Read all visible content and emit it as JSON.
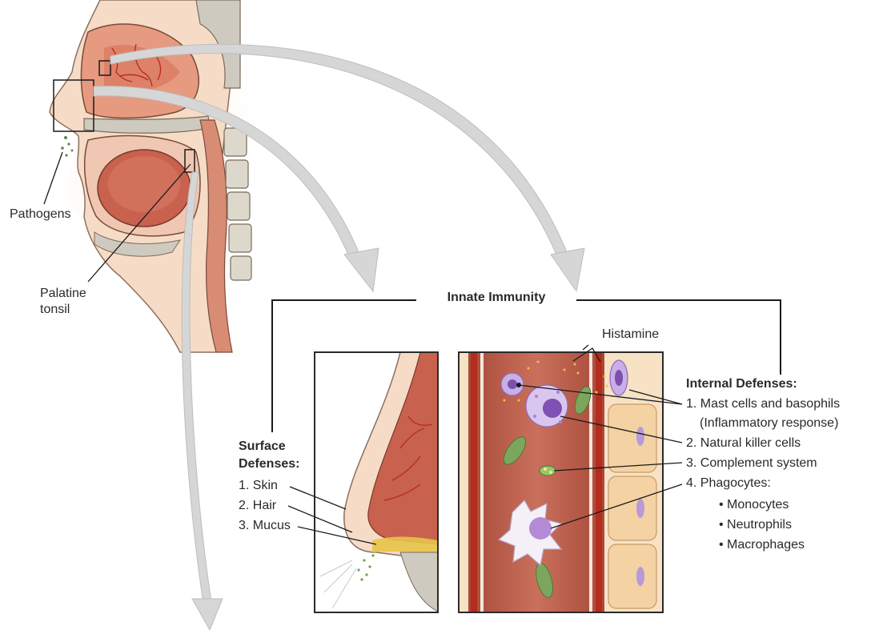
{
  "labels": {
    "pathogens": "Pathogens",
    "palatine_tonsil_line1": "Palatine",
    "palatine_tonsil_line2": "tonsil",
    "innate_immunity": "Innate Immunity",
    "histamine": "Histamine"
  },
  "surface_defenses": {
    "title_line1": "Surface",
    "title_line2": "Defenses:",
    "items": [
      "1. Skin",
      "2. Hair",
      "3. Mucus"
    ]
  },
  "internal_defenses": {
    "title": "Internal Defenses:",
    "items": [
      "1. Mast cells and basophils",
      "(Inflammatory response)",
      "2. Natural killer cells",
      "3. Complement system",
      "4. Phagocytes:"
    ],
    "phagocytes": [
      "• Monocytes",
      "• Neutrophils",
      "• Macrophages"
    ]
  },
  "colors": {
    "tissue": "#c8614e",
    "tissue_light": "#f2c7b0",
    "vessel": "#b52b1c",
    "skin": "#f6dcc6",
    "bone": "#cfcac0",
    "arrow": "#d6d6d6",
    "cell": "#b79ad6",
    "complement": "#6fa04f"
  }
}
